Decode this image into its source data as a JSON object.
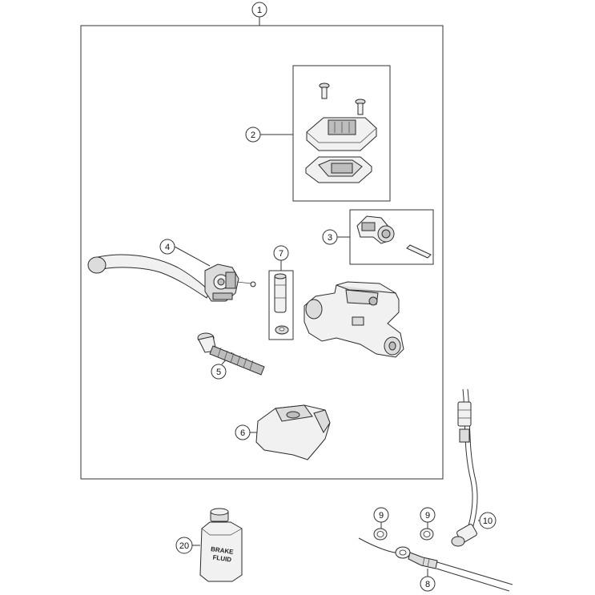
{
  "callouts": {
    "c1": "1",
    "c2": "2",
    "c3": "3",
    "c4": "4",
    "c5": "5",
    "c6": "6",
    "c7": "7",
    "c8": "8",
    "c9a": "9",
    "c9b": "9",
    "c10": "10",
    "c20": "20"
  },
  "brake_fluid_label": {
    "line1": "BRAKE",
    "line2": "FLUID"
  }
}
